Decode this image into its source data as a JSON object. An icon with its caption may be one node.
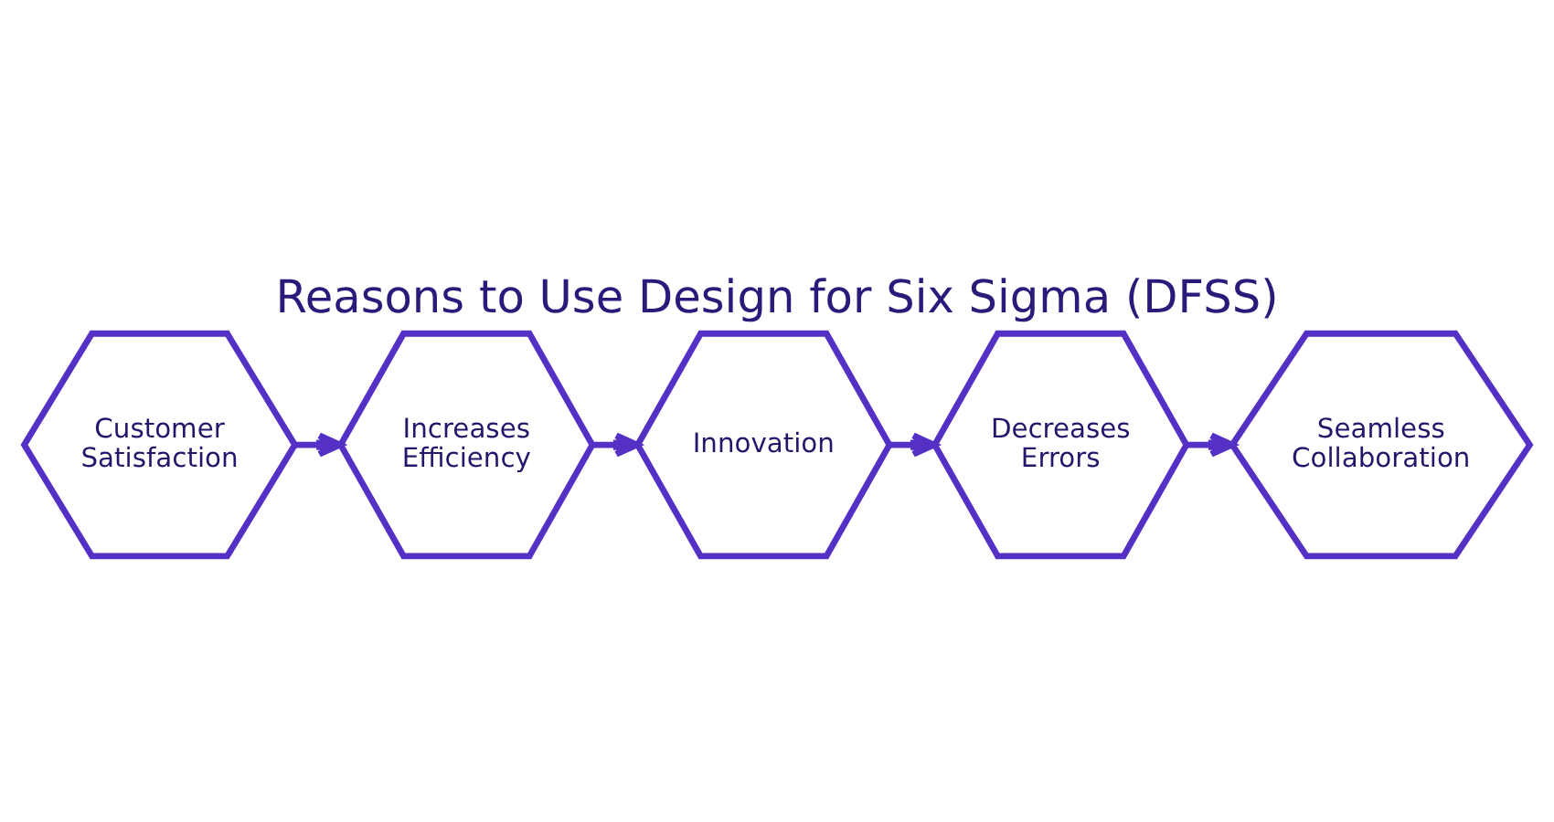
{
  "diagram": {
    "title": "Reasons to Use Design for Six Sigma (DFSS)",
    "nodes": [
      {
        "text": [
          "Customer Satisfaction"
        ]
      },
      {
        "text": [
          "Increases Efficiency"
        ]
      },
      {
        "text": [
          "Innovation"
        ]
      },
      {
        "text": [
          "Decreases Errors"
        ]
      },
      {
        "text": [
          "Seamless Collaboration"
        ]
      }
    ],
    "edges": [
      {
        "from": 0,
        "to": 1,
        "arrow": "to"
      },
      {
        "from": 1,
        "to": 2,
        "arrow": "to"
      },
      {
        "from": 2,
        "to": 3,
        "arrow": "to"
      },
      {
        "from": 3,
        "to": 4,
        "arrow": "to"
      }
    ]
  }
}
